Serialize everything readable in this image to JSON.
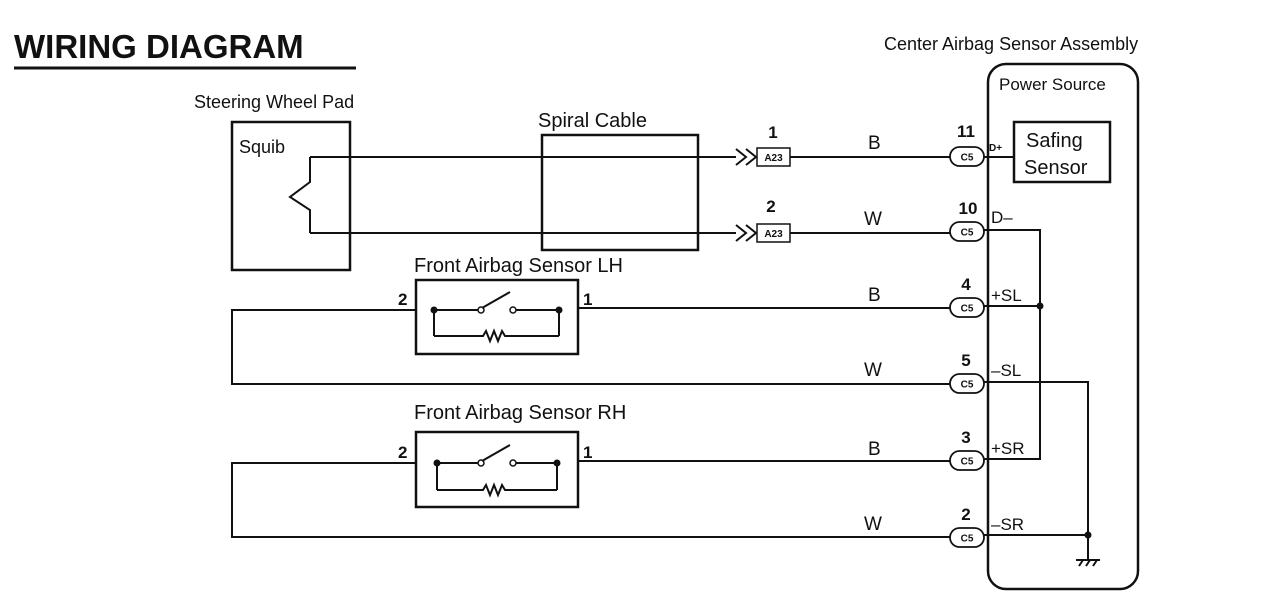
{
  "title": "WIRING DIAGRAM",
  "components": {
    "steering_wheel_pad": "Steering Wheel Pad",
    "squib": "Squib",
    "spiral_cable": "Spiral Cable",
    "front_sensor_lh": "Front Airbag Sensor LH",
    "front_sensor_rh": "Front Airbag Sensor RH",
    "center_assembly": "Center Airbag Sensor Assembly",
    "power_source": "Power Source",
    "safing_sensor_line1": "Safing",
    "safing_sensor_line2": "Sensor"
  },
  "sensor_pins": {
    "left": "2",
    "right": "1"
  },
  "connector_a23": {
    "name": "A23",
    "pins": [
      "1",
      "2"
    ]
  },
  "wires": {
    "d_plus": {
      "color": "B",
      "pin": "11",
      "connector": "C5",
      "terminal": "D+"
    },
    "d_minus": {
      "color": "W",
      "pin": "10",
      "connector": "C5",
      "terminal": "D–"
    },
    "plus_sl": {
      "color": "B",
      "pin": "4",
      "connector": "C5",
      "terminal": "+SL"
    },
    "minus_sl": {
      "color": "W",
      "pin": "5",
      "connector": "C5",
      "terminal": "–SL"
    },
    "plus_sr": {
      "color": "B",
      "pin": "3",
      "connector": "C5",
      "terminal": "+SR"
    },
    "minus_sr": {
      "color": "W",
      "pin": "2",
      "connector": "C5",
      "terminal": "–SR"
    }
  }
}
